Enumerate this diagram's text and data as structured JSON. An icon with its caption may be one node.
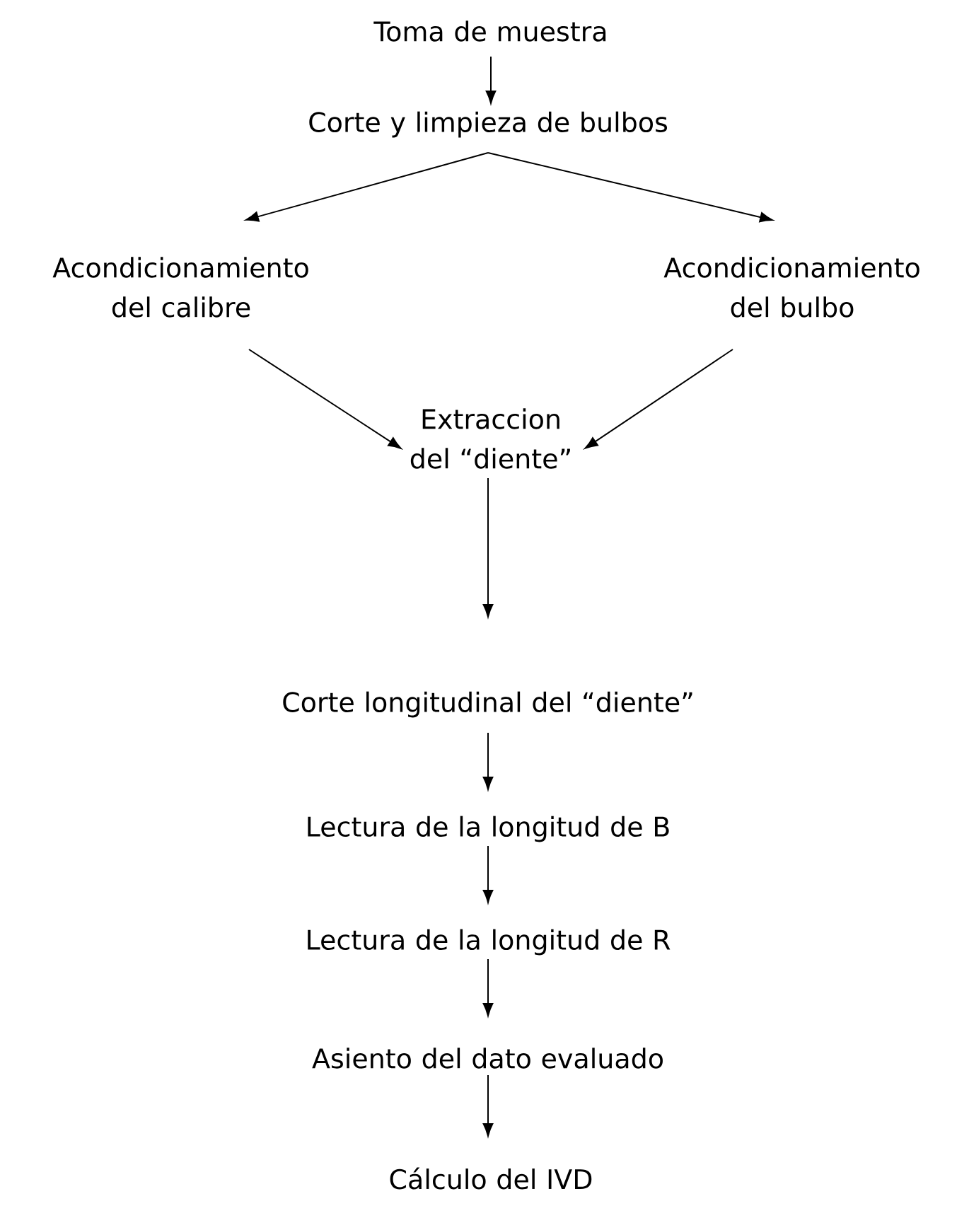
{
  "diagram": {
    "nodes": [
      {
        "text": [
          "Toma de muestra"
        ]
      },
      {
        "text": [
          "Corte y limpieza de bulbos"
        ]
      },
      {
        "text": [
          "Acondicionamiento del calibre"
        ]
      },
      {
        "text": [
          "Acondicionamiento del bulbo"
        ]
      },
      {
        "text": [
          "Extraccion del “diente”"
        ]
      },
      {
        "text": [
          "Corte longitudinal del “diente”"
        ]
      },
      {
        "text": [
          "Lectura de la longitud de B"
        ]
      },
      {
        "text": [
          "Lectura de la longitud de R"
        ]
      },
      {
        "text": [
          "Asiento del dato evaluado"
        ]
      },
      {
        "text": [
          "Cálculo del IVD"
        ]
      }
    ],
    "edges": [
      {
        "from": 0,
        "to": 1,
        "arrow": "to"
      },
      {
        "from": 1,
        "to": 2,
        "arrow": "to"
      },
      {
        "from": 1,
        "to": 3,
        "arrow": "to"
      },
      {
        "from": 2,
        "to": 4,
        "arrow": "to"
      },
      {
        "from": 3,
        "to": 4,
        "arrow": "to"
      },
      {
        "from": 4,
        "to": 5,
        "arrow": "to"
      },
      {
        "from": 5,
        "to": 6,
        "arrow": "to"
      },
      {
        "from": 6,
        "to": 7,
        "arrow": "to"
      },
      {
        "from": 7,
        "to": 8,
        "arrow": "to"
      },
      {
        "from": 8,
        "to": 9,
        "arrow": "to"
      }
    ]
  }
}
